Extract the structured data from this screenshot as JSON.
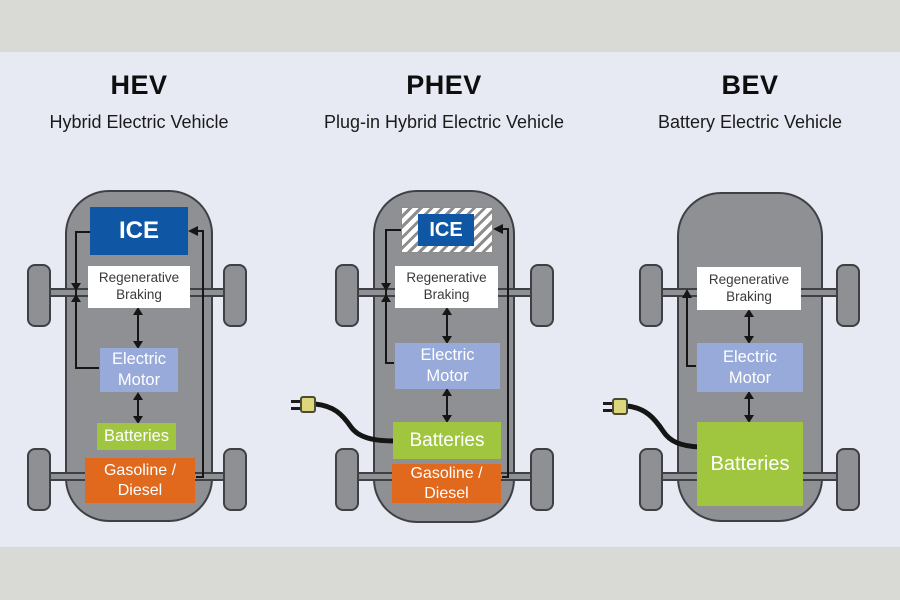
{
  "diagram": {
    "columns": [
      {
        "abbr": "HEV",
        "name": "Hybrid Electric Vehicle",
        "labels": {
          "ice": "ICE",
          "regen": "Regenerative\nBraking",
          "motor": "Electric\nMotor",
          "batteries": "Batteries",
          "fuel": "Gasoline /\nDiesel"
        }
      },
      {
        "abbr": "PHEV",
        "name": "Plug-in Hybrid Electric Vehicle",
        "labels": {
          "ice": "ICE",
          "regen": "Regenerative\nBraking",
          "motor": "Electric\nMotor",
          "batteries": "Batteries",
          "fuel": "Gasoline /\nDiesel"
        },
        "icons": [
          "charging-plug-icon"
        ]
      },
      {
        "abbr": "BEV",
        "name": "Battery Electric Vehicle",
        "labels": {
          "regen": "Regenerative\nBraking",
          "motor": "Electric\nMotor",
          "batteries": "Batteries"
        },
        "icons": [
          "charging-plug-icon"
        ]
      }
    ],
    "colors": {
      "ice_box": "#0f57a5",
      "electric_motor_box": "#97aad9",
      "batteries_box": "#a0c640",
      "fuel_box": "#e0691d",
      "regen_box": "#ffffff",
      "car_body": "#8f9093",
      "background": "#e7eaf3",
      "edge_strips": "#d9d9d6",
      "connector_lines": "#161616",
      "plug": "#ded67c"
    }
  }
}
